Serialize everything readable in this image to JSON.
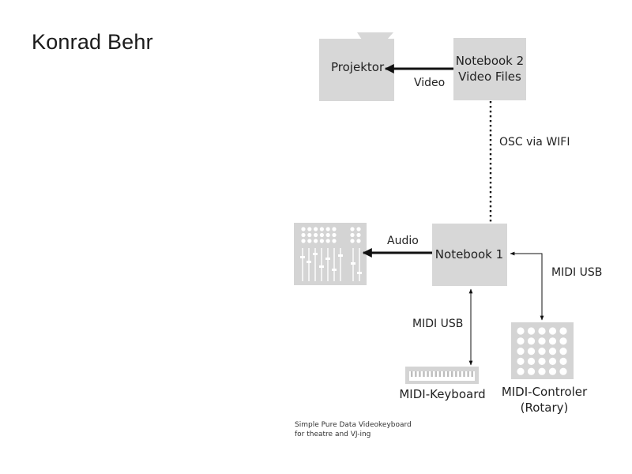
{
  "author": "Konrad Behr",
  "colors": {
    "box_fill": "#d7d7d7",
    "device_fill": "#d4d4d4",
    "line": "#111111",
    "text": "#222222"
  },
  "nodes": {
    "projector": {
      "label": "Projektor",
      "icon": "projector-icon"
    },
    "notebook2": {
      "label_line1": "Notebook 2",
      "label_line2": "Video Files"
    },
    "notebook1": {
      "label": "Notebook 1"
    },
    "mixer": {
      "icon": "audio-mixer-icon"
    },
    "keyboard": {
      "label": "MIDI-Keyboard",
      "icon": "midi-keyboard-icon"
    },
    "controller": {
      "label_line1": "MIDI-Controler",
      "label_line2": "(Rotary)",
      "icon": "midi-controller-icon"
    }
  },
  "edges": {
    "video": "Video",
    "osc": "OSC via WIFI",
    "audio": "Audio",
    "midi_keyboard": "MIDI USB",
    "midi_controller": "MIDI USB"
  },
  "caption": {
    "line1": "Simple Pure Data Videokeyboard",
    "line2": "for theatre and VJ-ing"
  }
}
